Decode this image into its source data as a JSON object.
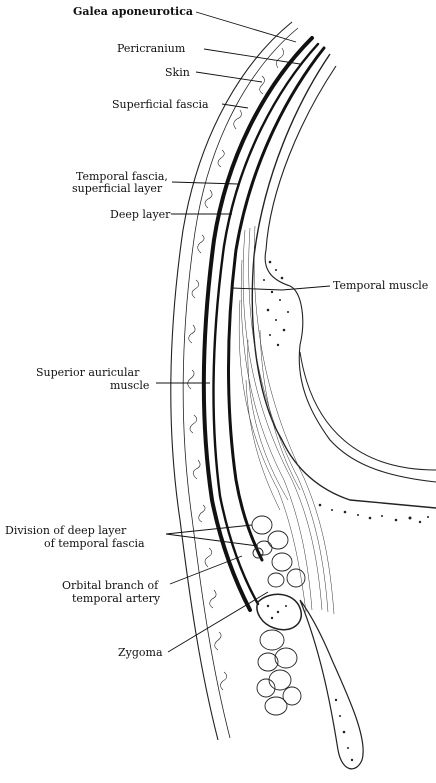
{
  "figure": {
    "labels": {
      "galea": "Galea aponeurotica",
      "pericranium": "Pericranium",
      "skin": "Skin",
      "superficial_fascia": "Superficial fascia",
      "temporal_fascia_1": "Temporal fascia,",
      "temporal_fascia_2": "superficial layer",
      "deep_layer": "Deep layer",
      "temporal_muscle": "Temporal muscle",
      "superior_auricular_1": "Superior auricular",
      "superior_auricular_2": "muscle",
      "division_1": "Division of deep layer",
      "division_2": "of temporal fascia",
      "orbital_1": "Orbital branch of",
      "orbital_2": "temporal artery",
      "zygoma": "Zygoma"
    }
  }
}
